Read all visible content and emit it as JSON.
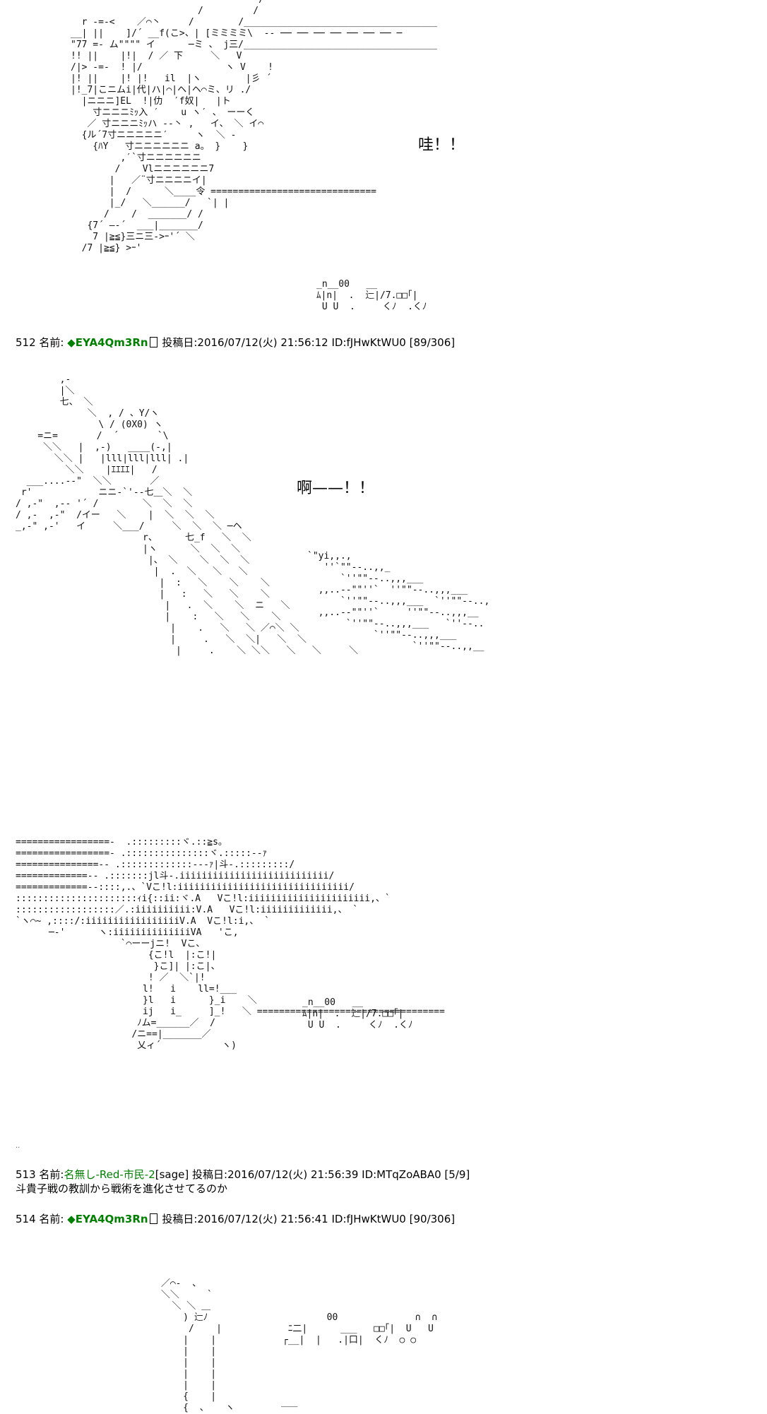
{
  "panels": {
    "p1": {
      "art": "                                  /\n                       /         /\n  r -=-<    ／⌒丶     /        /___________________________________\n__| ||    ]/´ __f(こ>、| [ミミミミ\\  -- ── ── ── ── ── ── ── ─\n\"77 =- ム\"\"\"\" イ      ─ミ 、 j三/___________________________________\n!! ||    |!|  / ／ 下     ＼   V\n/|> -=-  ! |/               ヽ V    !\n|! ||    |! |!   il  |ヽ        |彡 ´\n|!_7|こニムi|代|ハ|⌒|ヘ|ヘ⌒ミ、リ ./\n  |ニニニ]EL  !|仂  ′f奴|   |ト\n    寸ニニニﾐｯ入 ′    u ヽ′ 、 ーーく\n   ／ 寸ニニニﾐｯハ ‐‐丶 ,   イ、 ＼ イ⌒\n  {ル´7寸ニニニニニ′     ヽ  ＼ -\n    {ﾊY   寸ニニニニニニ a。 }    }\n         ,′`寸ニニニニニニ\n        /    Vlニニニニニニ7\n       |   ／¨寸ニニニニイ|\n       |  /      ＼____令 ==============================\n       |_/   ＼______/   `| |\n      /    /  _______/ /\n   {7´ ―‐´  ___|_______/\n    7 |≧≦}三ニ三‐>ｰ'´ ＼\n  /7 |≧≦} >ｰ'",
      "sound_art": "_n__00   __\nﾑ|n|  .  辷|/7.□□｢|\n U U  .     くﾉ  .くﾉ",
      "sfx": "哇！！"
    },
    "post512": {
      "number": "512",
      "name_label": "名前:",
      "name": "◆EYA4Qm3Rn",
      "posted_label": "投稿日:",
      "date": "2016/07/12(火) 21:56:12",
      "id": "ID:fJHwKtWU0",
      "count": "[89/306]"
    },
    "p2": {
      "art": "        ,-\n        |＼\n        七、 ＼\n             ＼  , / 、Y/ヽ\n               \\ / (0X0) ヽ\n    =ニ=       /  ´       `\\\n     ＼＼   |  ,-)   ____(-,|\n       ＼＼ |   |lll|lll|lll| .|\n         ＼＼    |ｴｴｴｴ|   /\n  ___....--\"  ＼＼       ／\n r'            ニニ-`'--七＿＼  ＼\n/ ,-\"  ,-‐ '´ /        ＼  ＼  ＼\n/ ,-  ,-\"  /イー   ＼    |  ＼  ＼  ＼\n_,-\" ,-'   イ     ＼___/     ＼  ＼  ＼ ─ヘ\n                       r、     七_f   ＼  ＼\n                       |ヽ      ＼  ＼  ＼\n                        |、 ＼    ＼  ＼  ＼\n                         |  .  ＼   ＼   ＼\n                          |  :   ＼    ＼    ＼\n                          |   :   ＼   ＼    ＼\n                           |   .  ＼    ＼  ニ   ＼\n                           |    :   ＼   ＼    ＼\n                            |    .   ＼   ＼ ／⌒＼ ＼\n                            |     .   ＼  ＼|   ＼  ＼\n                             |     .    ＼ ＼＼   ＼   ＼     ＼",
      "speed_art": "`\"yi,,.,\n   ''`\"\"--..,,_\n      `''\"\"--..,,,___\n  ,,..--\"\"''`  ''\"\"--..,,,___\n      `''\"\"--..,,,___  `''\"\"--..,\n  ,,..--\"\"''`     ''\"\"--..,,,__\n       `''\"\"--..,,,___   `''--..\n            `''\"\"--..,,,___\n                   `''\"\"--..,,__",
      "sfx": "啊——！！"
    },
    "p3": {
      "art": "=================-  .:::::::::ヾ.::≧s。\n=================- .:::::::::::::::ヾ.:::::--ｧ\n===============-- .:::::::::::::---ｧ|斗-.:::::::::/\n=============-- .:::::::jl斗-.iiiiiiiiiiiiiiiiiiiiiiiiiii/\n=============--::::,.、`Vこ!l:iiiiiiiiiiiiiiiiiiiiiiiiiiiiiii/\n::::::::::::::::::::::ｨi{::ii:ヾ.A   Vこ!l:iiiiiiiiiiiiiiiiiiiiii,、`\n::::::::::::::::::／.:iiiiiiiiii:V.A   Vこ!l:iiiiiiiiiiiii,、 `\n`ヽ⌒~ ,::::/:iiiiiiiiiiiiiiiiiV.A  Vこ!l:i,、 `\n      ─‐'      ヽ:iiiiiiiiiiiiiiVA   'こ,\n                   `⌒ーーjニ!  Vこ、\n                        {こ!l  |:こ!|\n                         }こ]| |:こ|、\n                        ! ／  ＼`|!\n                       l!   i    ll=!___\n                       }l   i      }_i    ＼\n                       ij   i_     ]_!   ＼ ==================================\n                      ﾉム=______／  /\n                     /ニ==|_______／\n                      乂ィ´           ヽ)",
      "sound_art": "_n__00   __\nﾑ|n|  .  辷|/7.□□｢|\n U U  .     くﾉ  .くﾉ"
    },
    "post513": {
      "number": "513",
      "name_label": "名前:",
      "name": "名無し-Red-市民-2",
      "sage": "[sage]",
      "posted_label": "投稿日:",
      "date": "2016/07/12(火) 21:56:39",
      "id": "ID:MTqZoABA0",
      "count": "[5/9]",
      "body": "斗貴子戦の教訓から戦術を進化させてるのか"
    },
    "post514": {
      "number": "514",
      "name_label": "名前:",
      "name": "◆EYA4Qm3Rn",
      "posted_label": "投稿日:",
      "date": "2016/07/12(火) 21:56:41",
      "id": "ID:fJHwKtWU0",
      "count": "[90/306]"
    },
    "p4": {
      "art": " ／⌒‐  、\n ＼＼     `\n   ＼ ＼ ＿\n     ) 辷ﾉ\n      /    |\n     |    |\n     |    |\n     |    |\n     |    |\n     |    |\n     {    |\n     {  、   ヽ",
      "sound_art": "        00              ∩  ∩\n ﾆ二|      ___   □□｢|  U   U\n┌__|  |   .|口|  くﾉ  ○ ○",
      "underline": "___"
    },
    "dot_marks": "..",
    "tofu_char": "□"
  }
}
